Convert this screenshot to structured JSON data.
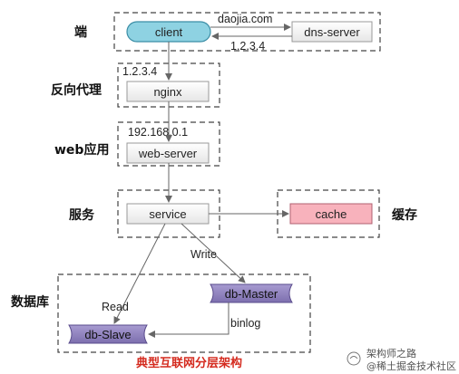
{
  "layers": {
    "client_layer": "端",
    "reverse_proxy": "反向代理",
    "web_app": "web应用",
    "service_layer": "服务",
    "cache_layer": "缓存",
    "database": "数据库"
  },
  "nodes": {
    "client": "client",
    "dns_server": "dns-server",
    "nginx": "nginx",
    "web_server": "web-server",
    "service": "service",
    "cache": "cache",
    "db_master": "db-Master",
    "db_slave": "db-Slave"
  },
  "edge_labels": {
    "dns_query": "daojia.com",
    "dns_answer": "1.2.3.4",
    "nginx_ip": "1.2.3.4",
    "web_ip": "192.168.0.1",
    "write": "Write",
    "read": "Read",
    "binlog": "binlog"
  },
  "caption": "典型互联网分层架构",
  "watermark": {
    "line1": "架构师之路",
    "line2": "@稀土掘金技术社区"
  },
  "colors": {
    "client_fill": "#8ed2e2",
    "cache_fill": "#f8b2bc",
    "db_fill": "#8a7cb8",
    "box_fill": "#f0f0f0",
    "caption": "#d42a1e"
  }
}
